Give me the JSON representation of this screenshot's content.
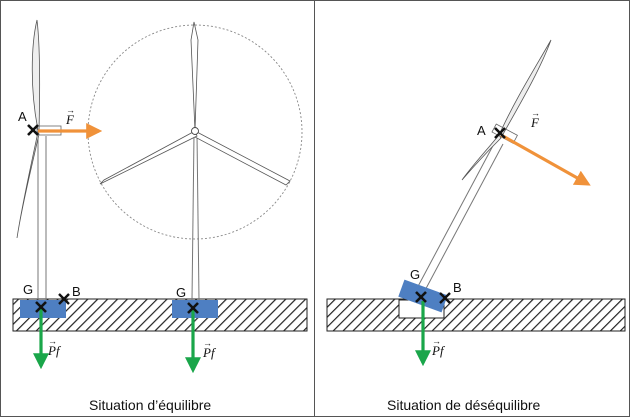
{
  "left_panel": {
    "caption": "Situation d’équilibre",
    "labels": {
      "point_a": "A",
      "force_f": "F",
      "point_g": "G",
      "point_b": "B",
      "weight_pf": "Pf",
      "point_g_front": "G",
      "weight_pf_front": "Pf"
    }
  },
  "right_panel": {
    "caption": "Situation de déséquilibre",
    "labels": {
      "point_a": "A",
      "force_f": "F",
      "point_g": "G",
      "point_b": "B",
      "weight_pf": "Pf"
    }
  },
  "colors": {
    "force": "#f0923a",
    "weight": "#1aa64a",
    "foundation": "#4e7fc2",
    "marker": "#111111",
    "hatch": "#222222"
  }
}
